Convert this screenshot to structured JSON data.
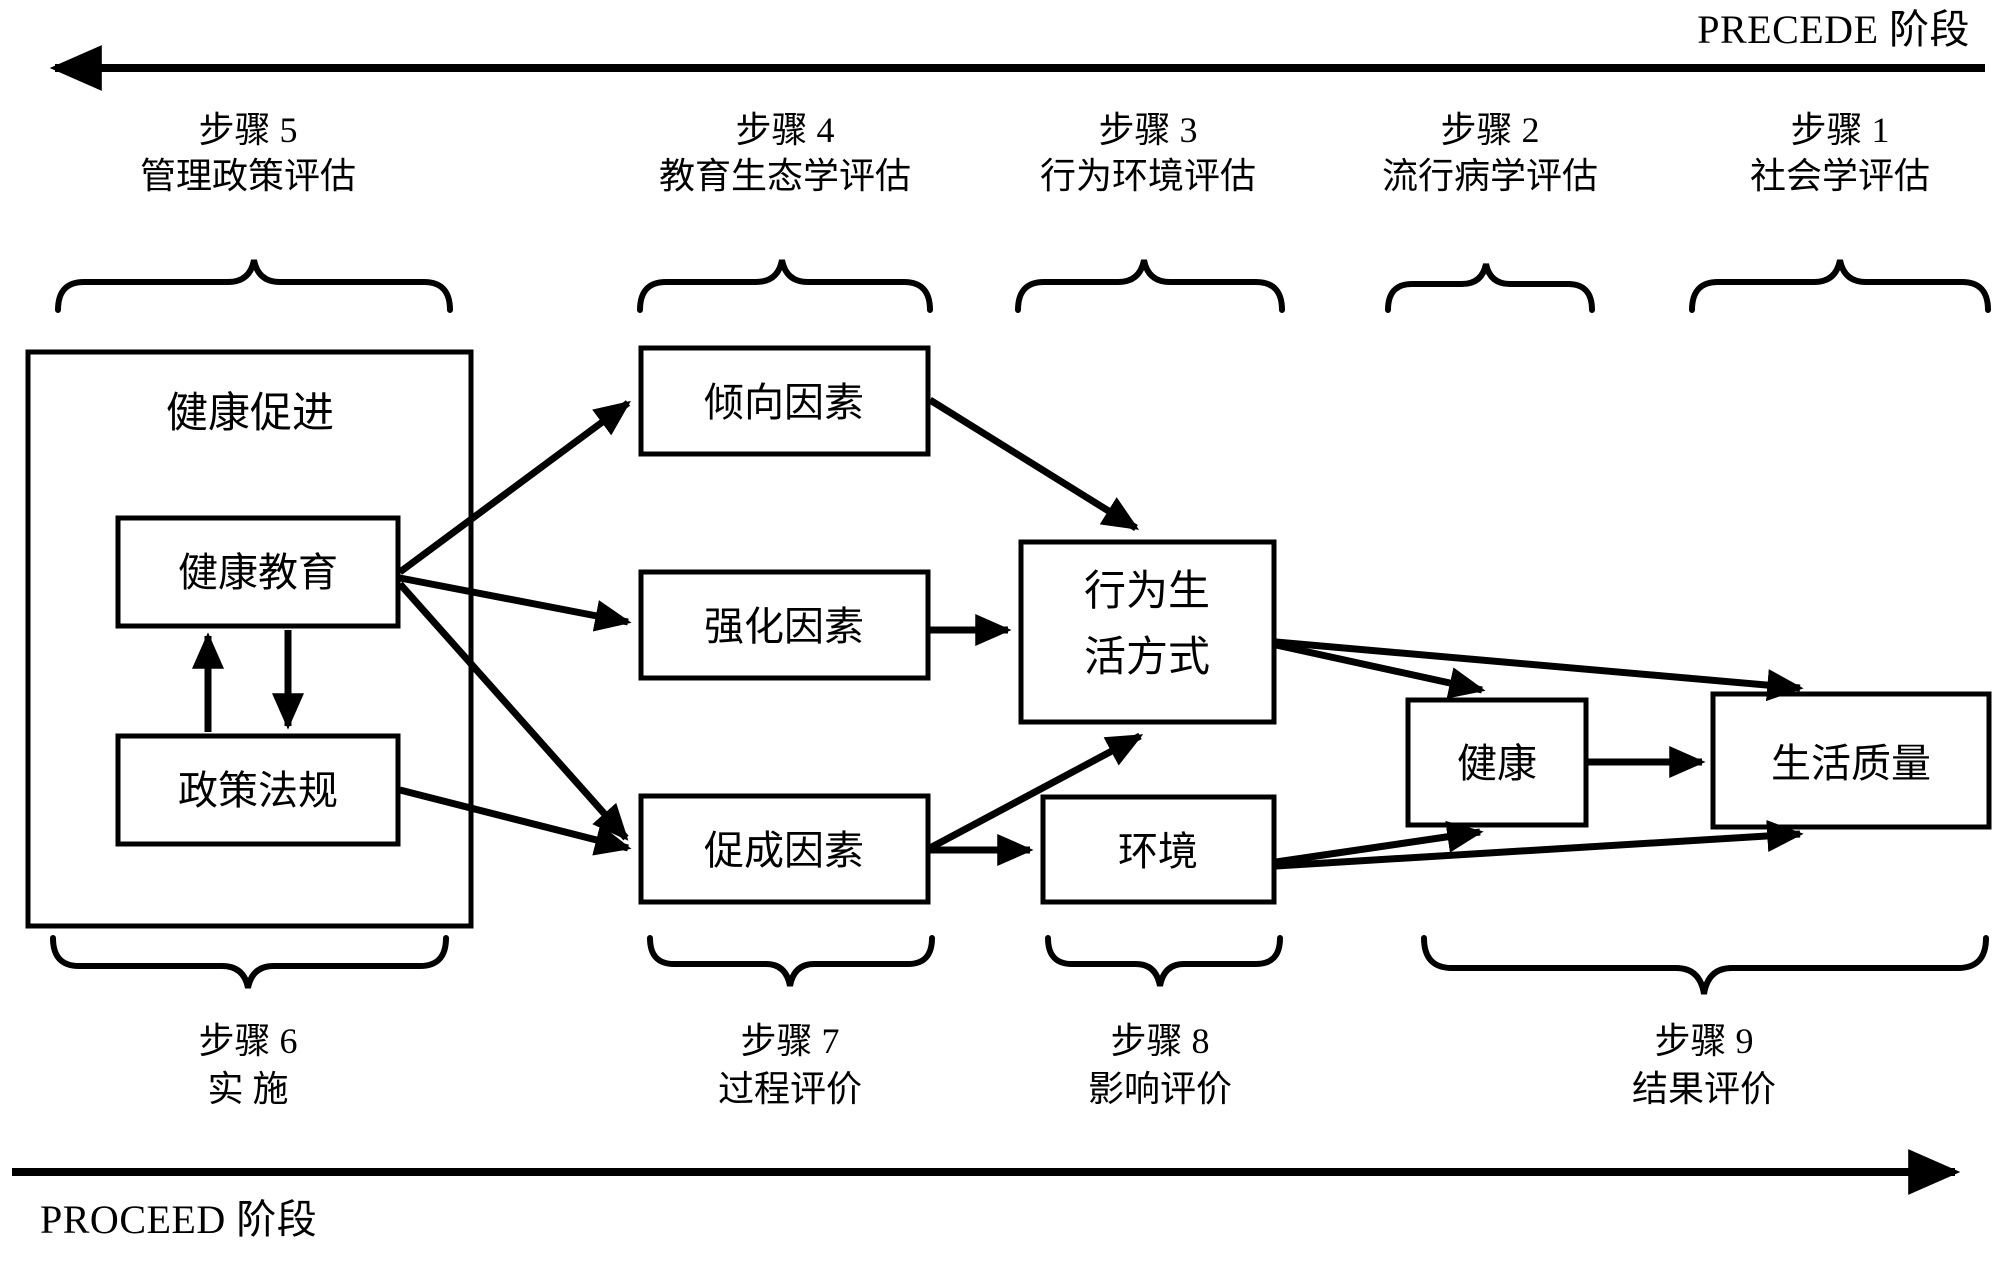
{
  "diagram": {
    "title_top": "PRECEDE 阶段",
    "title_bottom": "PROCEED 阶段",
    "type": "precede-proceed-model",
    "colors": {
      "stroke": "#000000",
      "background": "#ffffff",
      "text": "#000000"
    },
    "top_arrow": {
      "direction": "left",
      "label": "PRECEDE 阶段"
    },
    "bottom_arrow": {
      "direction": "right",
      "label": "PROCEED 阶段"
    },
    "top_steps": [
      {
        "num": "步骤 5",
        "name": "管理政策评估"
      },
      {
        "num": "步骤 4",
        "name": "教育生态学评估"
      },
      {
        "num": "步骤 3",
        "name": "行为环境评估"
      },
      {
        "num": "步骤 2",
        "name": "流行病学评估"
      },
      {
        "num": "步骤 1",
        "name": "社会学评估"
      }
    ],
    "bottom_steps": [
      {
        "num": "步骤 6",
        "name": "实 施"
      },
      {
        "num": "步骤 7",
        "name": "过程评价"
      },
      {
        "num": "步骤 8",
        "name": "影响评价"
      },
      {
        "num": "步骤 9",
        "name": "结果评价"
      }
    ],
    "boxes": [
      {
        "id": "health-promotion",
        "label": "健康促进"
      },
      {
        "id": "health-education",
        "label": "健康教育"
      },
      {
        "id": "policy-regulation",
        "label": "政策法规"
      },
      {
        "id": "predisposing-factors",
        "label": "倾向因素"
      },
      {
        "id": "reinforcing-factors",
        "label": "强化因素"
      },
      {
        "id": "enabling-factors",
        "label": "促成因素"
      },
      {
        "id": "behavior-lifestyle-line1",
        "label": "行为生"
      },
      {
        "id": "behavior-lifestyle-line2",
        "label": "活方式"
      },
      {
        "id": "environment",
        "label": "环境"
      },
      {
        "id": "health",
        "label": "健康"
      },
      {
        "id": "quality-of-life",
        "label": "生活质量"
      }
    ],
    "edges": [
      {
        "from": "健康教育",
        "to": "倾向因素"
      },
      {
        "from": "健康教育",
        "to": "强化因素"
      },
      {
        "from": "健康教育",
        "to": "促成因素"
      },
      {
        "from": "健康教育",
        "to": "政策法规"
      },
      {
        "from": "政策法规",
        "to": "健康教育"
      },
      {
        "from": "政策法规",
        "to": "促成因素"
      },
      {
        "from": "倾向因素",
        "to": "行为生活方式"
      },
      {
        "from": "强化因素",
        "to": "行为生活方式"
      },
      {
        "from": "促成因素",
        "to": "行为生活方式"
      },
      {
        "from": "促成因素",
        "to": "环境"
      },
      {
        "from": "行为生活方式",
        "to": "健康"
      },
      {
        "from": "行为生活方式",
        "to": "生活质量"
      },
      {
        "from": "环境",
        "to": "健康"
      },
      {
        "from": "环境",
        "to": "生活质量"
      },
      {
        "from": "健康",
        "to": "生活质量"
      }
    ]
  }
}
